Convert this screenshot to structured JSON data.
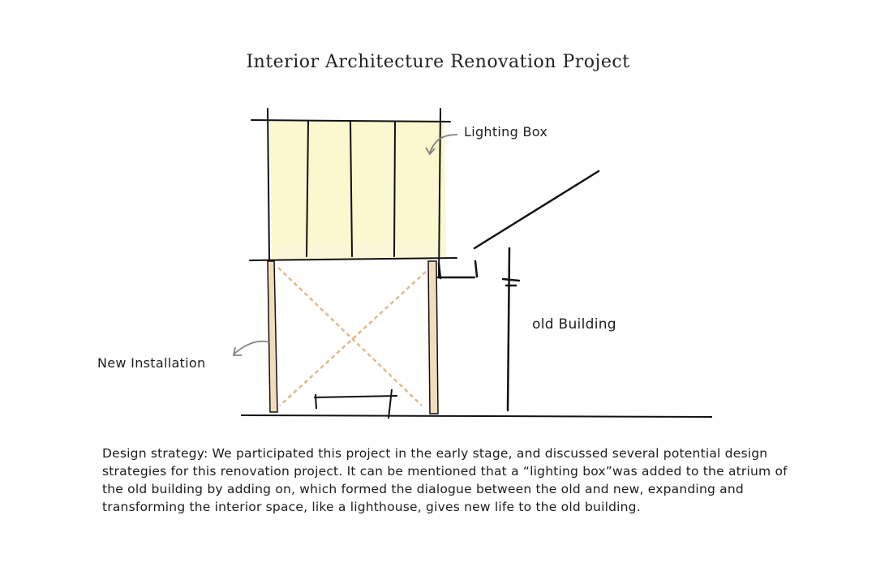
{
  "title": "Interior Architecture Renovation Project",
  "labels": {
    "lighting_box": "Lighting Box",
    "old_building": "old Building",
    "new_installation": "New Installation"
  },
  "description": "Design strategy: We participated this project in the early stage, and discussed several potential design strategies for this renovation project. It can be mentioned that a “lighting box”was added to the atrium of the old building by adding on, which formed the dialogue between the old and new, expanding and transforming the interior space, like a lighthouse, gives new life to the old building.",
  "colors": {
    "lighting_box_fill": "#fbf7cf",
    "wood_column": "#f3dcbc",
    "bracing": "#e0b98a",
    "ink": "#111111",
    "arrow": "#808080"
  }
}
